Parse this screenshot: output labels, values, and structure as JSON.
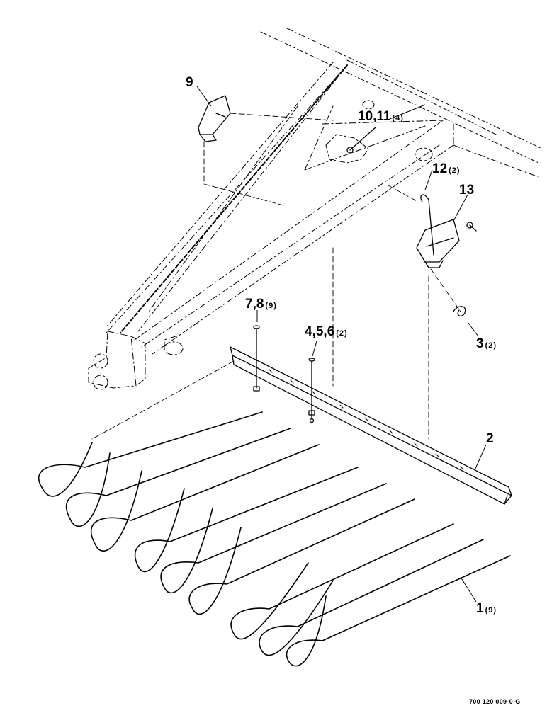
{
  "callouts": [
    {
      "id": "c9",
      "text": "9",
      "qty": ""
    },
    {
      "id": "c10",
      "text": "10,11",
      "qty": "(4)"
    },
    {
      "id": "c12",
      "text": "12",
      "qty": "(2)"
    },
    {
      "id": "c13",
      "text": "13",
      "qty": ""
    },
    {
      "id": "c78",
      "text": "7,8",
      "qty": "(9)"
    },
    {
      "id": "c456",
      "text": "4,5,6",
      "qty": "(2)"
    },
    {
      "id": "c3",
      "text": "3",
      "qty": "(2)"
    },
    {
      "id": "c2",
      "text": "2",
      "qty": ""
    },
    {
      "id": "c1",
      "text": "1",
      "qty": "(9)"
    }
  ],
  "figure_number": "700 120 009-0-G"
}
